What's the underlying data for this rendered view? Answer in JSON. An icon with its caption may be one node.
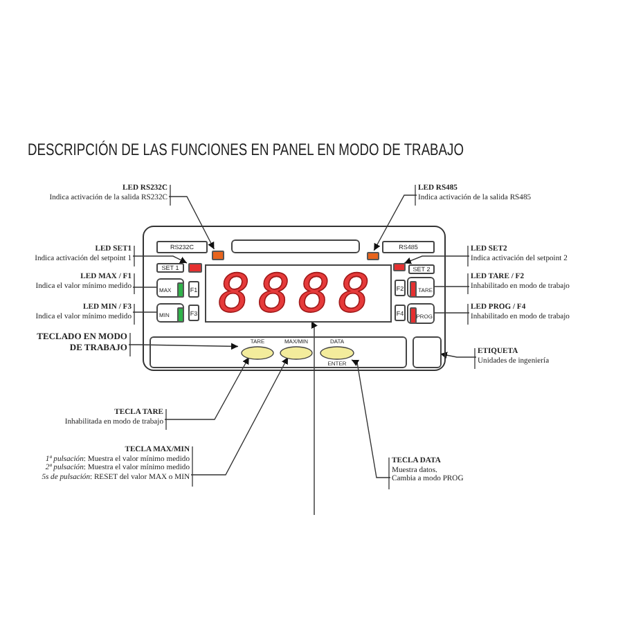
{
  "diagram": {
    "title": "DESCRIPCIÓN DE LAS FUNCIONES EN PANEL EN MODO DE TRABAJO",
    "nodes": [
      {
        "text": [],
        "shape": "box"
      },
      {
        "text": [
          "RS232C"
        ],
        "in": 0
      },
      {
        "text": [],
        "shape": "box",
        "in": 0
      },
      {
        "text": [],
        "shape": "box",
        "in": 0
      },
      {
        "text": [],
        "shape": "box",
        "in": 0
      },
      {
        "text": [
          "RS485"
        ],
        "in": 0
      },
      {
        "text": [
          "SET 1"
        ],
        "in": 0
      },
      {
        "text": [],
        "shape": "box",
        "in": 0
      },
      {
        "text": [
          "8888"
        ],
        "in": 0
      },
      {
        "text": [],
        "shape": "box",
        "in": 0
      },
      {
        "text": [
          "SET 2"
        ],
        "in": 0
      },
      {
        "text": [
          "MAX"
        ],
        "in": 0
      },
      {
        "text": [],
        "shape": "box",
        "in": 11
      },
      {
        "text": [
          "F1"
        ],
        "in": 0
      },
      {
        "text": [
          "MIN"
        ],
        "in": 0
      },
      {
        "text": [],
        "shape": "box",
        "in": 14
      },
      {
        "text": [
          "F3"
        ],
        "in": 0
      },
      {
        "text": [
          "F2"
        ],
        "in": 0
      },
      {
        "text": [
          "TARE"
        ],
        "in": 0
      },
      {
        "text": [],
        "shape": "box",
        "in": 18
      },
      {
        "text": [
          "F4"
        ],
        "in": 0
      },
      {
        "text": [
          "PROG"
        ],
        "in": 0
      },
      {
        "text": [],
        "shape": "box",
        "in": 21
      },
      {
        "text": [],
        "shape": "box",
        "in": 0
      },
      {
        "text": [
          "TARE"
        ],
        "in": 23
      },
      {
        "text": [
          "MAX/MIN"
        ],
        "in": 23
      },
      {
        "text": [
          "DATA",
          "ENTER"
        ],
        "in": 23
      },
      {
        "text": [],
        "shape": "box",
        "in": 0
      },
      {
        "text": [
          "LED RS232C",
          "Indica activación de la salida RS232C"
        ]
      },
      {
        "text": [
          "LED RS485",
          "Indica activación de la salida RS485"
        ]
      },
      {
        "text": [
          "LED SET1",
          "Indica activación del setpoint 1"
        ]
      },
      {
        "text": [
          "LED SET2",
          "Indica activación del setpoint 2"
        ]
      },
      {
        "text": [
          "LED MAX / F1",
          "Indica el valor mínimo medido"
        ]
      },
      {
        "text": [
          "LED TARE / F2",
          "Inhabilitado en modo de trabajo"
        ]
      },
      {
        "text": [
          "LED MIN / F3",
          "Indica el valor mínimo medido"
        ]
      },
      {
        "text": [
          "LED PROG / F4",
          "Inhabilitado en modo de trabajo"
        ]
      },
      {
        "text": [
          "TECLADO EN MODO DE TRABAJO"
        ]
      },
      {
        "text": [
          "ETIQUETA",
          "Unidades de ingeniería"
        ]
      },
      {
        "text": [
          "TECLA TARE",
          "Inhabilitada en modo de trabajo"
        ]
      },
      {
        "text": [
          "TECLA MAX/MIN",
          "*1ª pulsación*: Muestra el valor mínimo medido",
          "*2ª pulsación*: Muestra el valor mínimo medido",
          "*5s de pulsación*: RESET del valor MAX o MIN"
        ]
      },
      {
        "text": [
          "TECLA DATA",
          "Muestra datos.",
          "Cambia a modo PROG"
        ]
      }
    ],
    "edges": [
      {
        "from": 28,
        "to": 2,
        "arrow": "to"
      },
      {
        "from": 29,
        "to": 4,
        "arrow": "to"
      },
      {
        "from": 30,
        "to": 7,
        "arrow": "to"
      },
      {
        "from": 31,
        "to": 9,
        "arrow": "to"
      },
      {
        "from": 32,
        "to": 12,
        "arrow": "to"
      },
      {
        "from": 33,
        "to": 19,
        "arrow": "to"
      },
      {
        "from": 34,
        "to": 15,
        "arrow": "to"
      },
      {
        "from": 35,
        "to": 22,
        "arrow": "to"
      },
      {
        "from": 36,
        "to": 24,
        "arrow": "to"
      },
      {
        "from": 37,
        "to": 27,
        "arrow": "to"
      },
      {
        "from": 38,
        "to": 24,
        "arrow": "to"
      },
      {
        "from": 39,
        "to": 25,
        "arrow": "to"
      },
      {
        "from": 40,
        "to": 26,
        "arrow": "to"
      },
      {
        "from": null,
        "to": 8,
        "arrow": "to"
      }
    ]
  }
}
